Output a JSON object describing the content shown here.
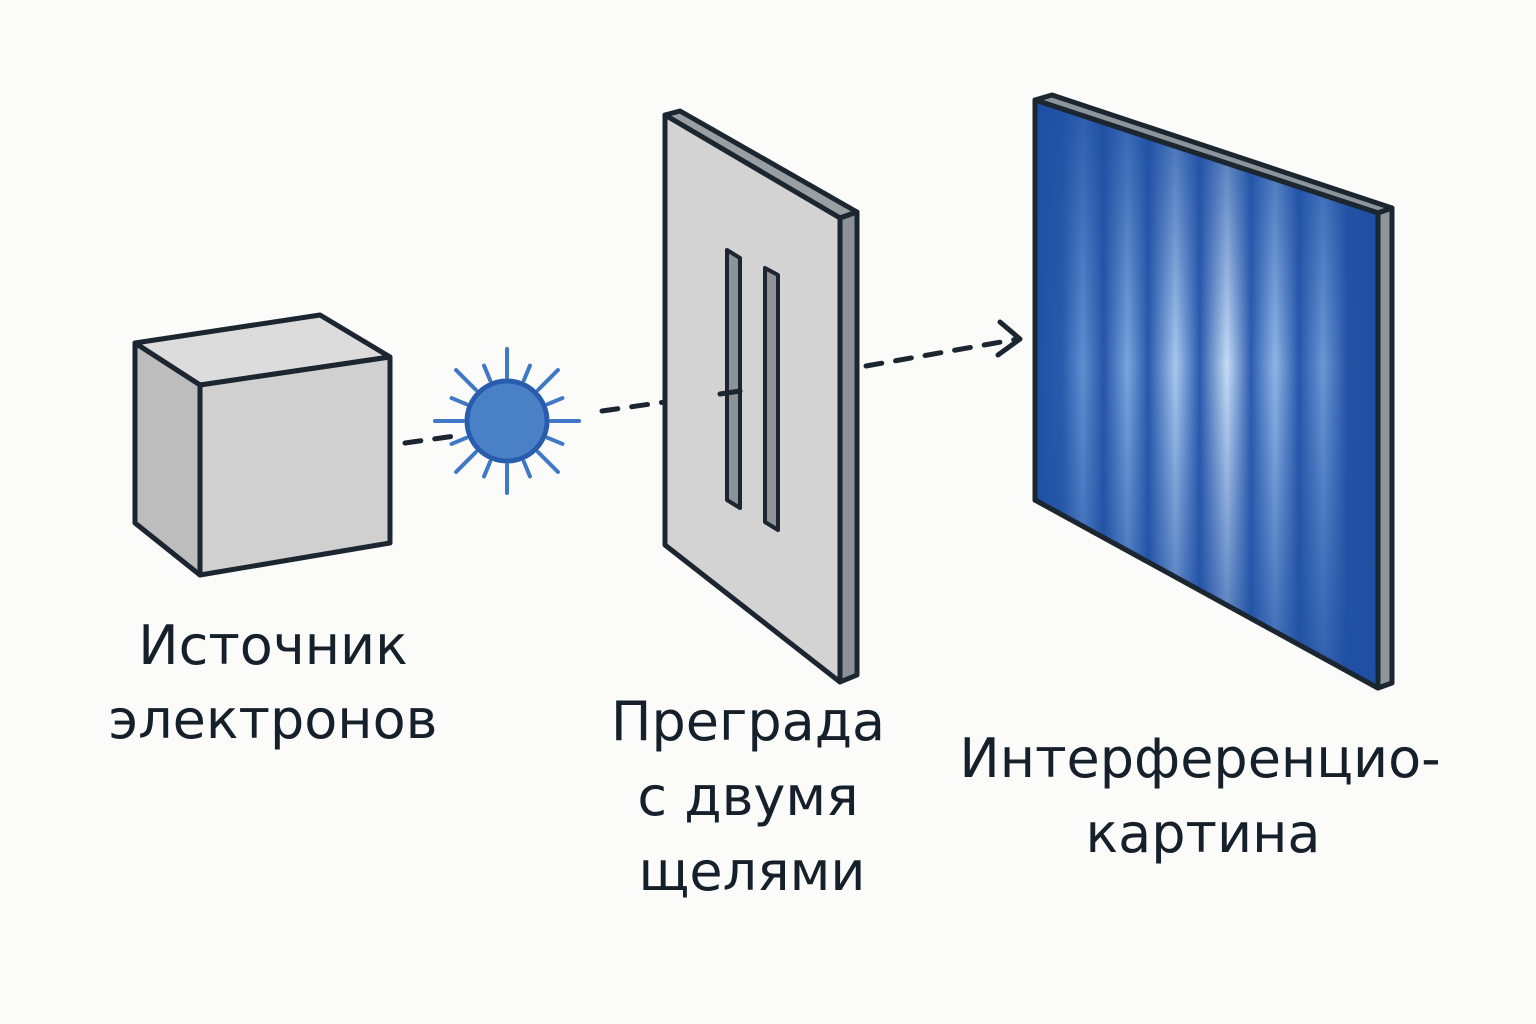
{
  "source": {
    "label_line1": "Источник",
    "label_line2": "электронов"
  },
  "barrier": {
    "label_line1": "Преграда",
    "label_line2": "с двумя",
    "label_line3": "щелями"
  },
  "screen": {
    "label_line1": "Интерференцио-",
    "label_line2": "картина"
  },
  "colors": {
    "electron": "#3f78c4",
    "screen": "#2456a8",
    "outline": "#1b2630",
    "panel": "#d3d3d3"
  }
}
